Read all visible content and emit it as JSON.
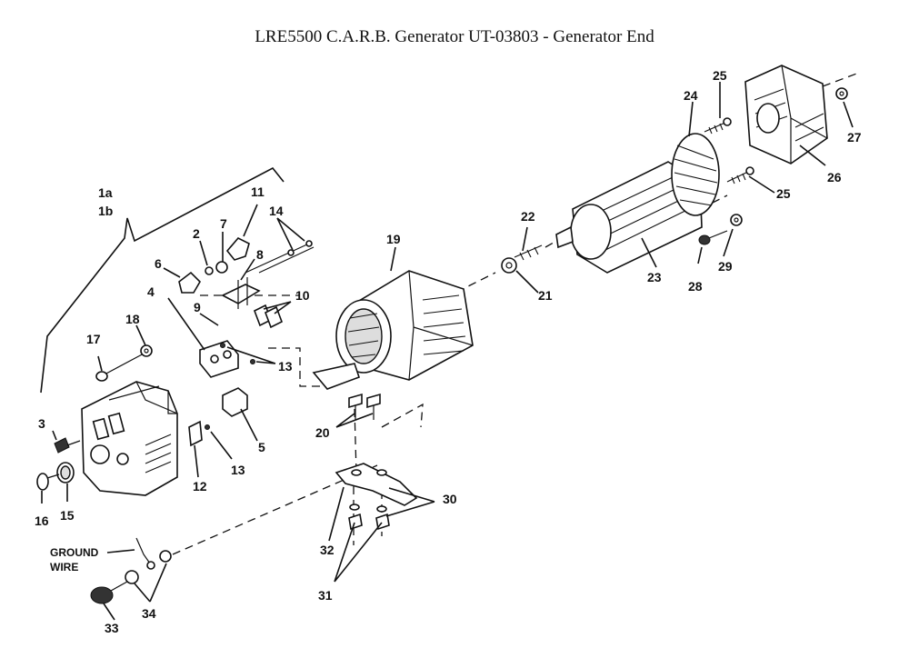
{
  "title": "LRE5500 C.A.R.B. Generator UT-03803 - Generator End",
  "callouts": {
    "c1a": "1a",
    "c1b": "1b",
    "c2": "2",
    "c3": "3",
    "c4": "4",
    "c5": "5",
    "c6": "6",
    "c7": "7",
    "c8": "8",
    "c9": "9",
    "c10": "10",
    "c11": "11",
    "c12": "12",
    "c13a": "13",
    "c13b": "13",
    "c14": "14",
    "c15": "15",
    "c16": "16",
    "c17": "17",
    "c18": "18",
    "c19": "19",
    "c20": "20",
    "c21": "21",
    "c22": "22",
    "c23": "23",
    "c24": "24",
    "c25a": "25",
    "c25b": "25",
    "c26": "26",
    "c27": "27",
    "c28": "28",
    "c29": "29",
    "c30": "30",
    "c31": "31",
    "c32": "32",
    "c33": "33",
    "c34": "34"
  },
  "ground_wire": {
    "line1": "GROUND",
    "line2": "WIRE"
  }
}
